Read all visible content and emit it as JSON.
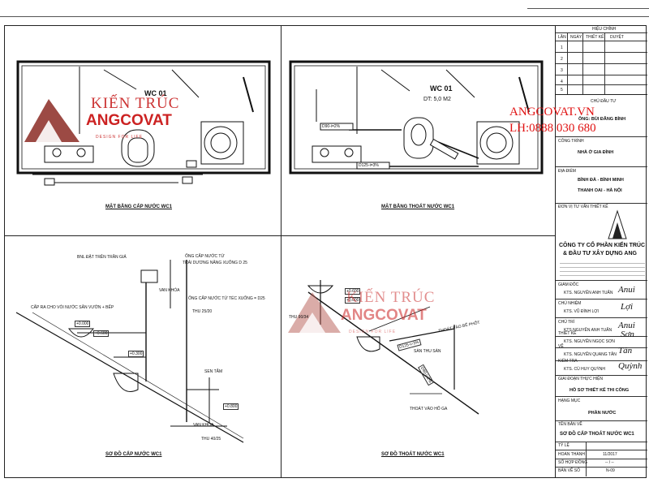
{
  "plans": {
    "supply_plan": {
      "room_name": "WC 01",
      "title": "MẶT BẰNG CẤP NƯỚC WC1"
    },
    "drain_plan": {
      "room_name": "WC 01",
      "area": "DT: 5,0 M2",
      "title": "MẶT BẰNG THOÁT NƯỚC WC1",
      "tags": [
        "D90-i=2%",
        "D125-i=3%"
      ]
    },
    "supply_diagram": {
      "title": "SƠ ĐỒ CẤP NƯỚC WC1",
      "notes": [
        "BNL ĐẶT TRÊN TRẦN GIẢ",
        "ỐNG CẤP NƯỚC TỪ",
        "TRẢI DƯƠNG NĂNG XUỐNG D 25",
        "VAN KHÓA",
        "ỐNG CẤP NƯỚC TỪ TÉC XUỐNG = D25",
        "CẤP RA CHO VÒI NƯỚC SÂN VƯỜN + BẾP",
        "THU 25/20",
        "SEN TẮM",
        "VAN KHÓA",
        "THU 40/25"
      ],
      "levels": [
        "+0.000",
        "+0.600",
        "+0.300",
        "+0.800"
      ]
    },
    "drain_diagram": {
      "title": "SƠ ĐỒ THOÁT NƯỚC WC1",
      "notes": [
        "THU 90/34",
        "THOÁT VÀO BỂ PHỐT",
        "D125-i=3%",
        "SÀN THU SÀN",
        "D90-i=2%",
        "THOÁT VÀO HỐ GA"
      ],
      "levels": [
        "+0.600",
        "+0.000"
      ]
    }
  },
  "watermark": {
    "line1": "KIẾN TRÚC",
    "line2": "ANGCOVAT",
    "line3": "DESIGN FOR LIFE"
  },
  "advert": {
    "site": "ANGCOVAT.VN",
    "phone": "LH:0888 030 680"
  },
  "title_block": {
    "revision_header": "HIỆU CHỈNH",
    "rev_cols": [
      "LẦN",
      "NGÀY",
      "THIẾT KẾ",
      "DUYỆT"
    ],
    "rev_rows": [
      "1",
      "2",
      "3",
      "4",
      "5"
    ],
    "owner_label": "CHỦ ĐẦU TƯ",
    "owner": "ÔNG: BÙI ĐĂNG BÌNH",
    "project_label": "CÔNG TRÌNH",
    "project": "NHÀ Ở GIA ĐÌNH",
    "location_label": "ĐỊA ĐIỂM",
    "location1": "BÌNH ĐÀ - BÌNH MINH",
    "location2": "THANH OAI - HÀ NỘI",
    "designer_label": "ĐƠN VỊ TƯ VẤN THIẾT KẾ",
    "company1": "CÔNG TY CỔ PHẦN KIẾN TRÚC",
    "company2": "& ĐẦU TƯ XÂY DỰNG ANG",
    "director_label": "GIÁM ĐỐC",
    "director": "KTS. NGUYỄN ANH TUẤN",
    "chief_label": "CHỦ NHIỆM",
    "chief": "KTS. VŨ ĐÌNH LỢI",
    "host_label": "CHỦ TRÌ",
    "host": "KTS.NGUYỄN ANH TUẤN",
    "design_label": "THIẾT KẾ",
    "design": "KTS. NGUYỄN NGỌC SƠN",
    "draw_label": "VẼ",
    "draw": "KTS. NGUYỄN QUANG TÂN",
    "check_label": "KIỂM TRA",
    "check": "KTS. CÙ HUY QUỲNH",
    "phase_label": "GIAI ĐOẠN THỰC HIỆN",
    "phase": "HỒ SƠ THIẾT KẾ THI CÔNG",
    "item_label": "HẠNG MỤC",
    "item": "PHẦN NƯỚC",
    "drawing_label": "TÊN BẢN VẼ",
    "drawing": "SƠ ĐỒ CẤP THOÁT NƯỚC WC1",
    "scale_label": "TỶ LỆ",
    "complete_label": "HOÀN THÀNH",
    "complete": "11/2017",
    "contract_label": "SỐ HỢP ĐỒNG",
    "contract": "-- / --",
    "sheet_label": "BẢN VẼ SỐ",
    "sheet": "N-09"
  }
}
